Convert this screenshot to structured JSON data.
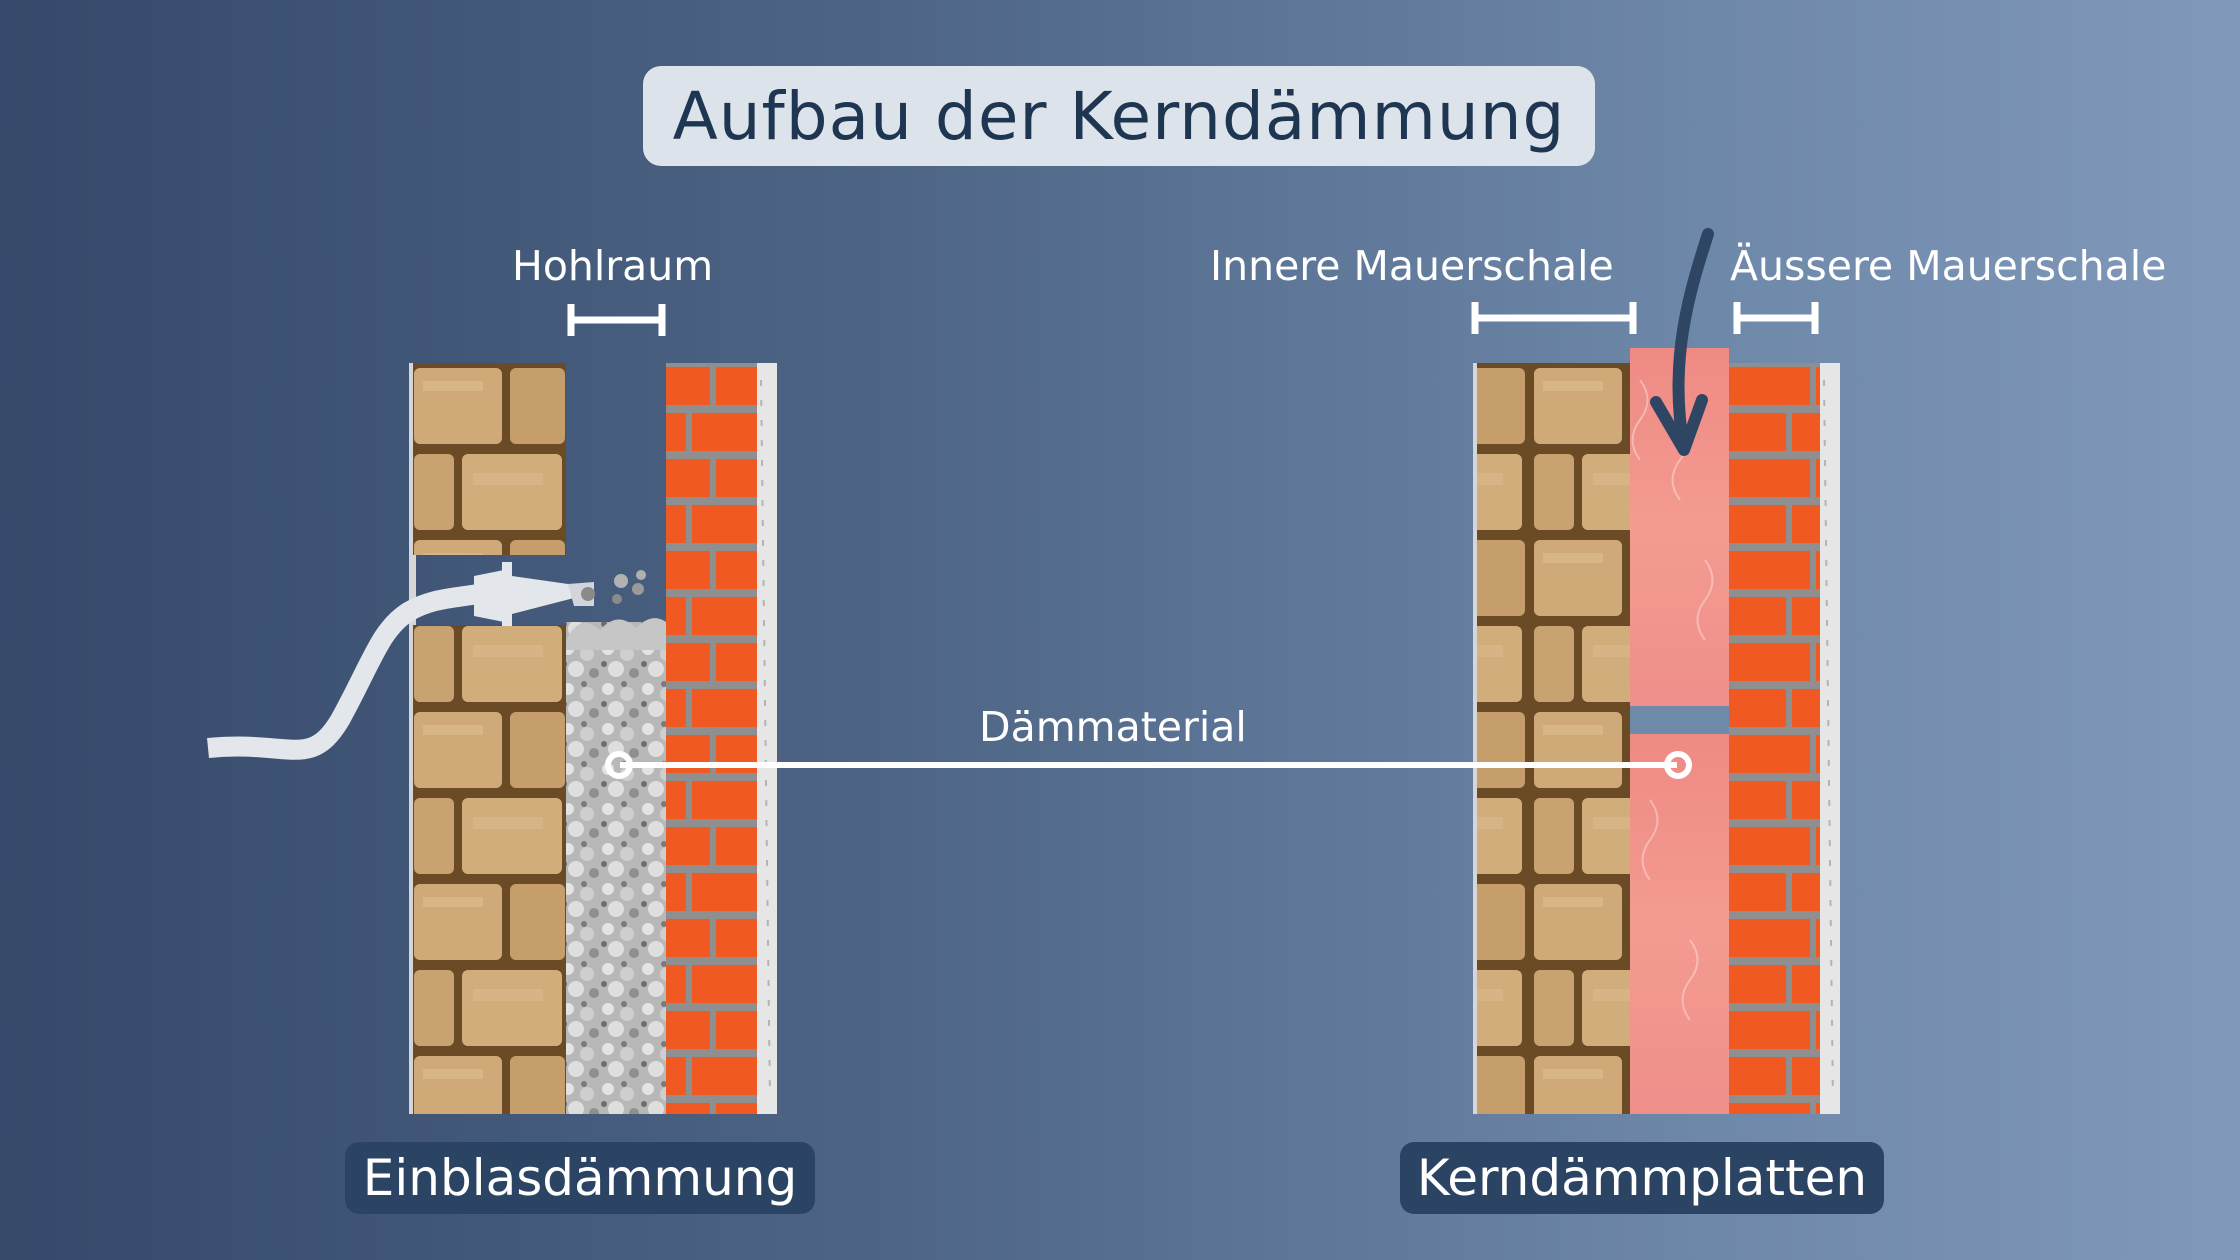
{
  "title": "Aufbau der Kerndämmung",
  "labels": {
    "cavity": "Hohlraum",
    "inner_shell": "Innere Mauerschale",
    "outer_shell": "Äussere Mauerschale",
    "material": "Dämmaterial"
  },
  "captions": {
    "left": "Einblasdämmung",
    "right": "Kerndämmplatten"
  },
  "colors": {
    "background_left": "#35496a",
    "background_right": "#8099bb",
    "title_box": "#dde3ea",
    "title_text": "#1f3652",
    "caption_box": "#2c4464",
    "sand_brick": "#c9a474",
    "red_brick": "#f05a22",
    "insulation_board": "#f08b86",
    "blown_insulation": "#b8b8b8"
  }
}
